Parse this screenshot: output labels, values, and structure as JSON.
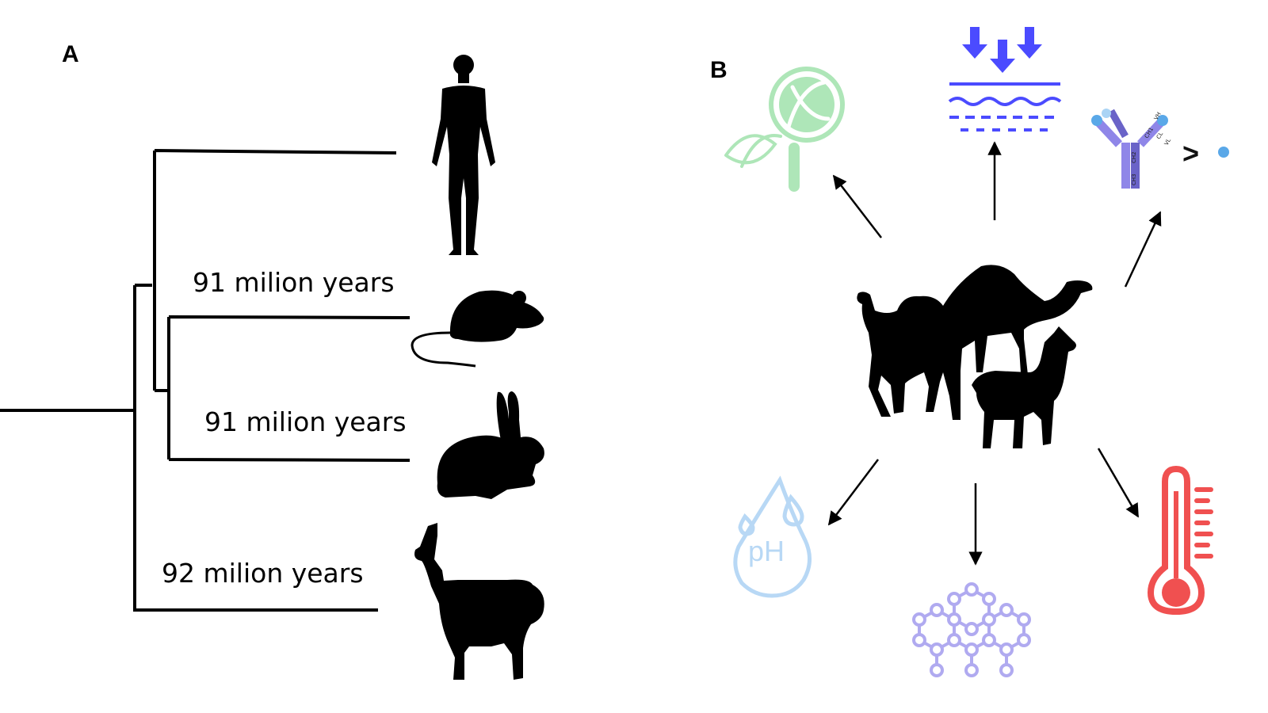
{
  "panels": {
    "a_letter": "A",
    "b_letter": "B"
  },
  "tree": {
    "divergence_labels": [
      "91 milion years",
      "91 milion years",
      "92 milion years"
    ],
    "taxa_icons": [
      "human-icon",
      "mouse-icon",
      "rabbit-icon",
      "llama-icon"
    ]
  },
  "properties": {
    "center_icon": "camelid-group-icon",
    "ph_text": "pH",
    "antibody_domains": [
      "CH3",
      "CH2",
      "CH1",
      "VH",
      "VL",
      "CL"
    ],
    "comparison_symbol": ">",
    "icons": [
      "dna-magnifier-icon",
      "membrane-penetration-icon",
      "antibody-size-icon",
      "ph-drop-icon",
      "molecular-network-icon",
      "thermometer-icon"
    ]
  },
  "colors": {
    "green": "#aee6b8",
    "blue": "#4b4bff",
    "light_blue": "#b8d8f5",
    "lavender": "#b0aaf0",
    "red": "#f05050",
    "ab_blue": "#5aa8e8",
    "ab_purple": "#8f86e8"
  }
}
